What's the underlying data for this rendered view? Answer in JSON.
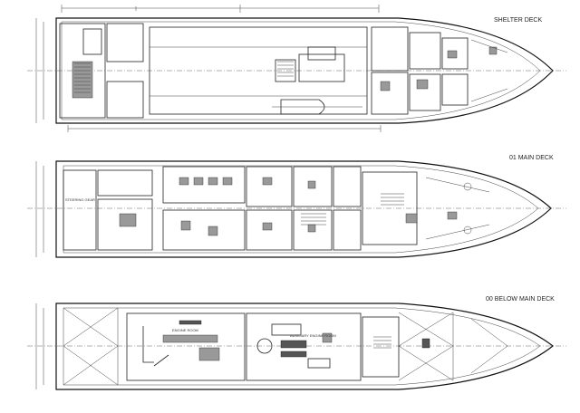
{
  "decks": [
    {
      "label": "SHELTER DECK",
      "rooms": []
    },
    {
      "label": "01 MAIN DECK",
      "rooms": [
        "STEERING GEAR"
      ]
    },
    {
      "label": "00 BELOW MAIN DECK",
      "rooms": [
        "ENGINE ROOM",
        "AUXILIARY ENGINE ROOM"
      ]
    }
  ]
}
